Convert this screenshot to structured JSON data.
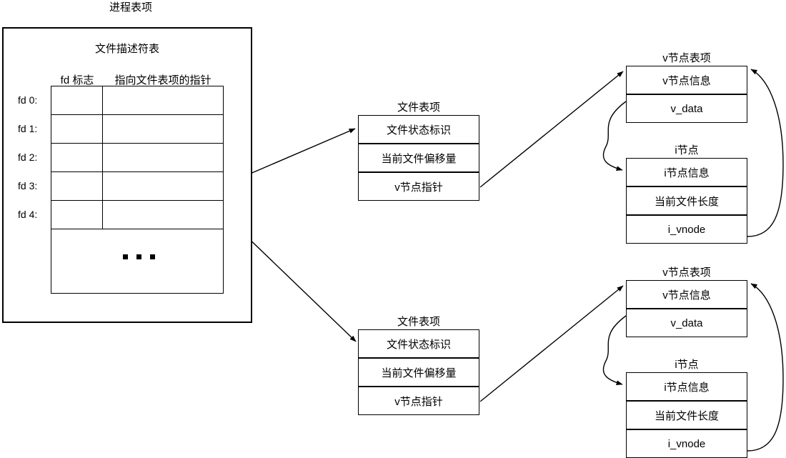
{
  "diagram": {
    "title": "进程表项",
    "process_box": {
      "table_title": "文件描述符表",
      "col_headers": {
        "fd_flag": "fd 标志",
        "file_ptr": "指向文件表项的指针"
      },
      "fd_rows": [
        {
          "label": "fd 0:"
        },
        {
          "label": "fd 1:"
        },
        {
          "label": "fd 2:"
        },
        {
          "label": "fd 3:"
        },
        {
          "label": "fd 4:"
        }
      ],
      "ellipsis": "..."
    },
    "file_tables": [
      {
        "caption": "文件表项",
        "rows": [
          "文件状态标识",
          "当前文件偏移量",
          "v节点指针"
        ]
      },
      {
        "caption": "文件表项",
        "rows": [
          "文件状态标识",
          "当前文件偏移量",
          "v节点指针"
        ]
      }
    ],
    "vnode_tables": [
      {
        "caption": "v节点表项",
        "rows": [
          "v节点信息",
          "v_data"
        ]
      },
      {
        "caption": "v节点表项",
        "rows": [
          "v节点信息",
          "v_data"
        ]
      }
    ],
    "inode_tables": [
      {
        "caption": "i节点",
        "rows": [
          "i节点信息",
          "当前文件长度",
          "i_vnode"
        ]
      },
      {
        "caption": "i节点",
        "rows": [
          "i节点信息",
          "当前文件长度",
          "i_vnode"
        ]
      }
    ],
    "colors": {
      "stroke": "#000000",
      "background": "#ffffff"
    }
  }
}
